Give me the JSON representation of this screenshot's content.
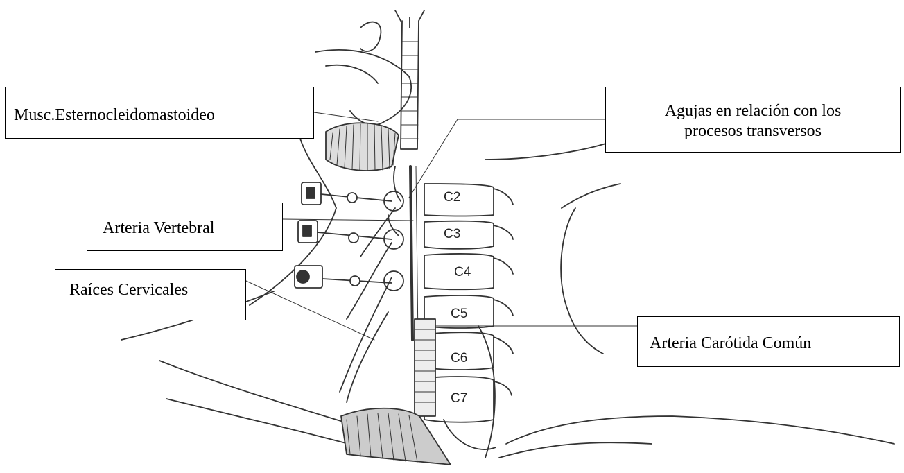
{
  "callouts": {
    "musc": "Musc.Esternocleidomastoideo",
    "agujas_line1": "Agujas en relación con los",
    "agujas_line2": "procesos transversos",
    "vertebral": "Arteria Vertebral",
    "raices": "Raíces Cervicales",
    "carotida": "Arteria Carótida Común"
  },
  "vertebrae": [
    "C2",
    "C3",
    "C4",
    "C5",
    "C6",
    "C7"
  ]
}
